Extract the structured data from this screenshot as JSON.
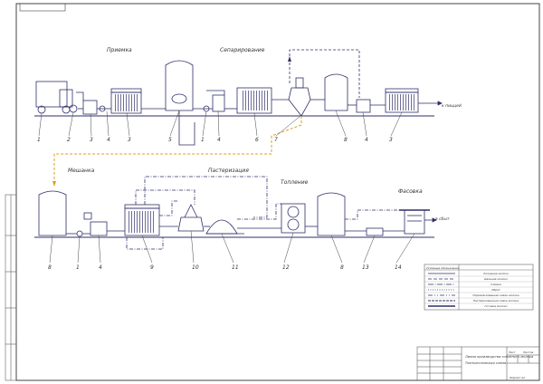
{
  "section_labels": [
    {
      "id": "priemka",
      "text": "Приемка"
    },
    {
      "id": "separation",
      "text": "Сепарирование"
    },
    {
      "id": "mixing",
      "text": "Мешанка"
    },
    {
      "id": "pasteurization",
      "text": "Пастеризация"
    },
    {
      "id": "cooling",
      "text": "Топление"
    },
    {
      "id": "packaging",
      "text": "Фасовка"
    }
  ],
  "flow_notes": [
    {
      "id": "to-cream",
      "text": "к пиццей"
    },
    {
      "id": "to-sale",
      "text": "в сбыт"
    }
  ],
  "top_line_numbers": [
    "1",
    "2",
    "3",
    "4",
    "3",
    "5",
    "1",
    "4",
    "6",
    "7",
    "8",
    "4",
    "3"
  ],
  "bottom_line_numbers": [
    "8",
    "1",
    "4",
    "9",
    "10",
    "11",
    "12",
    "8",
    "13",
    "14"
  ],
  "legend": {
    "header_left": "Условные обозначения",
    "header_right": "",
    "rows": [
      "Холодное молоко",
      "Цельное молоко",
      "Сливки",
      "Обрат",
      "Нормализованная смесь молока",
      "Пастеризованная смесь молока",
      "Готовое молоко"
    ]
  },
  "title_block": {
    "document_title": "Линия производства топленого молока",
    "document_subtitle": "Технологическая схема",
    "sheet_label": "Лист",
    "sheets_label": "Листов",
    "format": "Формат А1"
  },
  "colors": {
    "line": "#2f2f6a",
    "cream": "#d9a020",
    "ink": "#333344"
  }
}
